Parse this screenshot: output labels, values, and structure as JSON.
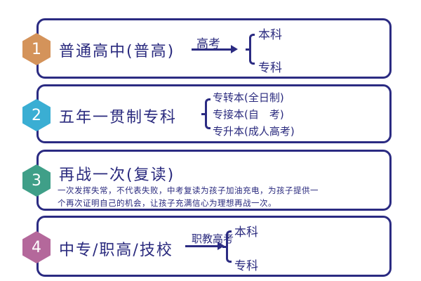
{
  "rows": [
    {
      "number": "1",
      "color": "#d4935a",
      "title": "普通高中(普高)",
      "arrow_label": "高考",
      "options": [
        "本科",
        "专科"
      ]
    },
    {
      "number": "2",
      "color": "#3aaed3",
      "title": "五年一贯制专科",
      "options": [
        "专转本(全日制)",
        "专接本(自　考)",
        "专升本(成人高考)"
      ]
    },
    {
      "number": "3",
      "color": "#3f9f88",
      "title": "再战一次(复读)",
      "description_lines": [
        "一次发挥失常，不代表失败，中考复读为孩子加油充电，为孩子提供一",
        "个再次证明自己的机会，让孩子充满信心为理想再战一次。"
      ]
    },
    {
      "number": "4",
      "color": "#b4689b",
      "title": "中专/职高/技校",
      "arrow_label": "职教高考",
      "options": [
        "本科",
        "专科"
      ]
    }
  ]
}
